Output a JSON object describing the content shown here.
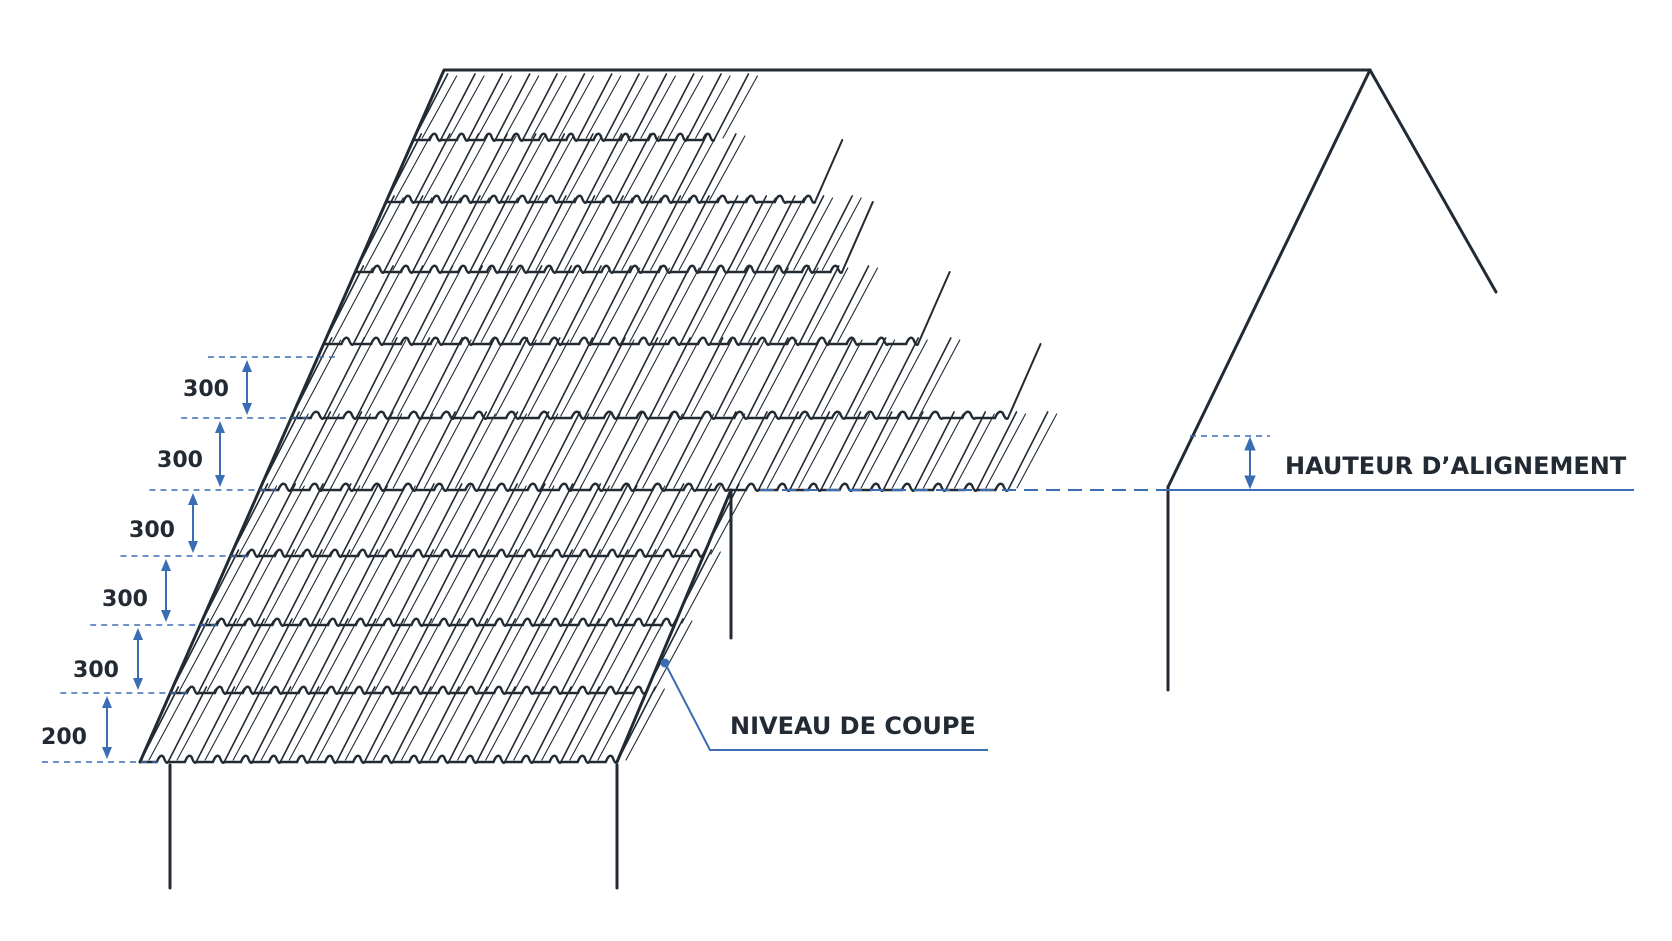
{
  "dimensions": {
    "values": [
      "300",
      "300",
      "300",
      "300",
      "300",
      "200"
    ]
  },
  "labels": {
    "alignment_height": "HAUTEUR D’ALIGNEMENT",
    "cut_level": "NIVEAU DE COUPE"
  },
  "colors": {
    "line": "#222a33",
    "dimension": "#3a6db3",
    "background": "#ffffff"
  }
}
